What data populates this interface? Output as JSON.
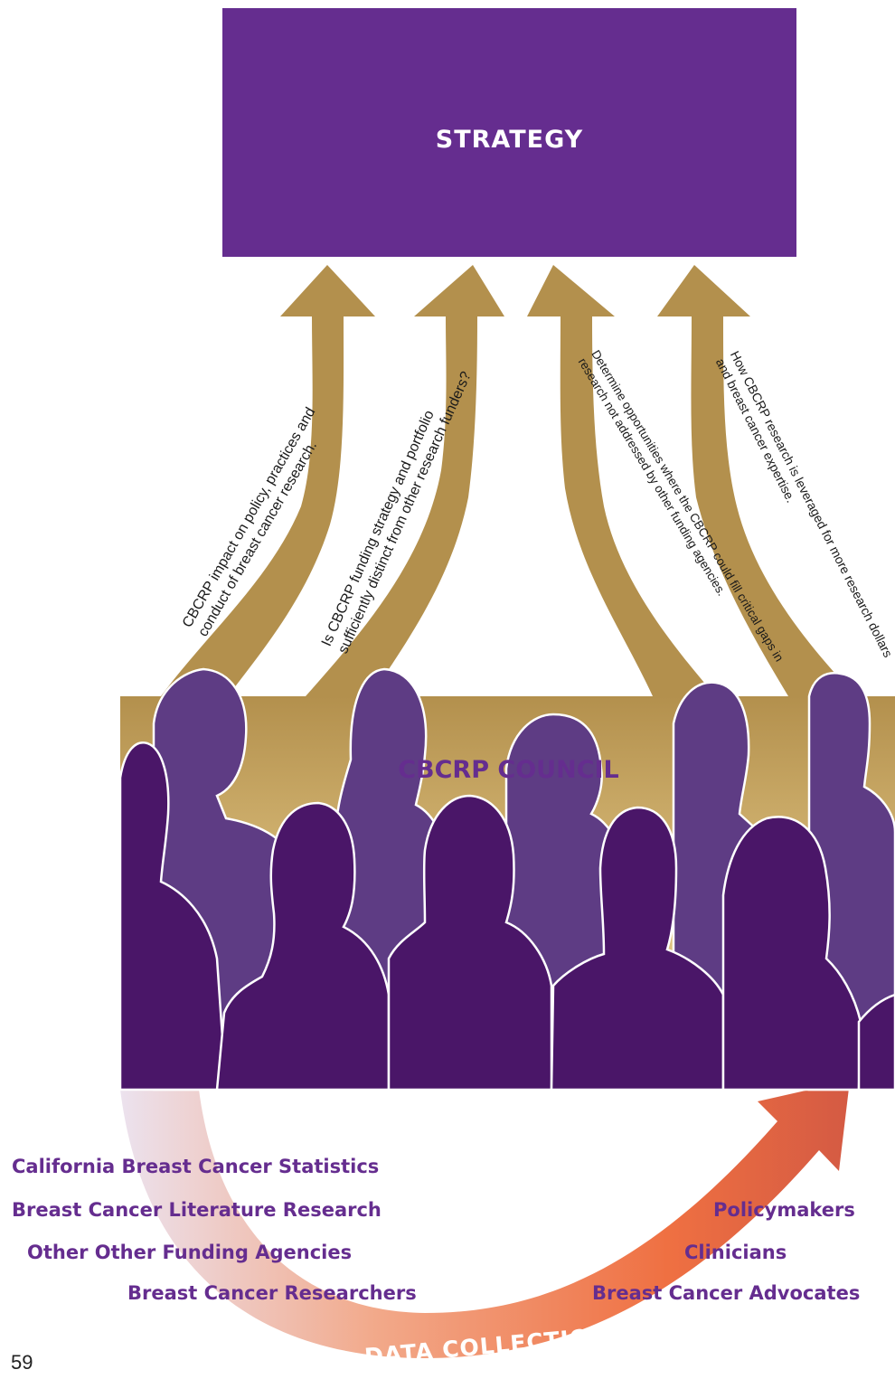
{
  "strategy": {
    "label": "STRATEGY"
  },
  "council": {
    "label": "CBCRP COUNCIL"
  },
  "arrows": [
    {
      "text": [
        "CBCRP impact on policy, practices and",
        "conduct of breast cancer research."
      ]
    },
    {
      "text": [
        "Is CBCRP funding strategy and portfolio",
        "sufficiently distinct from other research funders?"
      ]
    },
    {
      "text": [
        "Determine opportunities where the CBCRP could fill critical gaps in",
        "research not addressed by other funding agencies."
      ]
    },
    {
      "text": [
        "How CBCRP research is leveraged for more research dollars",
        "and breast cancer expertise."
      ]
    }
  ],
  "data_collection": {
    "label": "DATA COLLECTION"
  },
  "sources_left": [
    "California Breast Cancer Statistics",
    "Breast Cancer Literature Research",
    "Other Other Funding Agencies",
    "Breast Cancer Researchers"
  ],
  "sources_right": [
    "Policymakers",
    "Clinicians",
    "Breast Cancer Advocates"
  ],
  "page_number": "59",
  "colors": {
    "purple": "#652d8f",
    "dark_purple": "#4a1668",
    "gold": "#b3904d",
    "orange": "#e8663a"
  }
}
